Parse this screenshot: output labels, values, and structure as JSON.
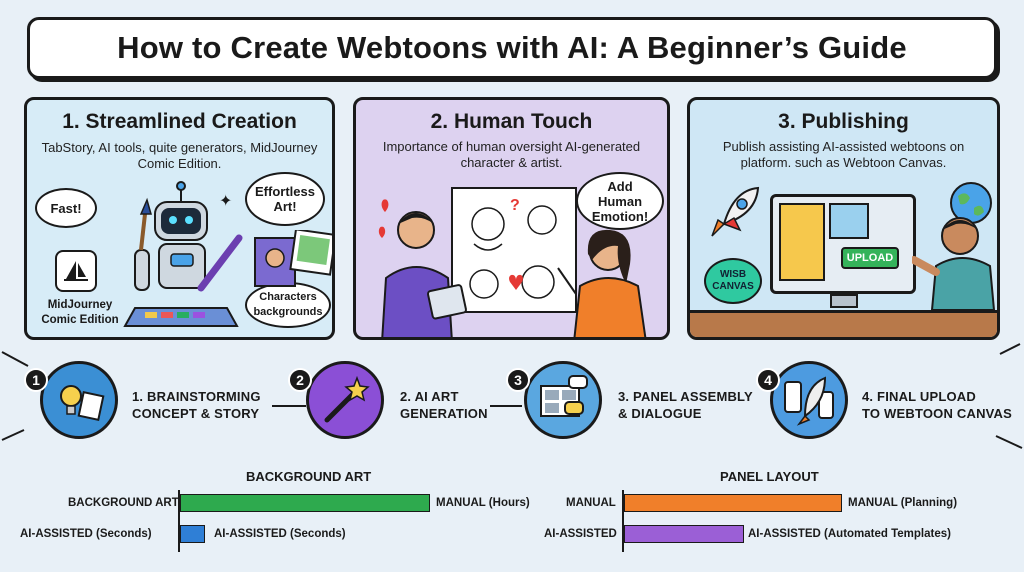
{
  "title": "How to Create Webtoons with AI: A Beginner’s Guide",
  "panels": [
    {
      "heading": "1. Streamlined Creation",
      "description": "TabStory, AI tools, quite generators, MidJourney Comic Edition.",
      "bubbles": [
        "Fast!",
        "Effortless Art!",
        "Characters backgrounds"
      ],
      "logo_label": "MidJourney Comic Edition"
    },
    {
      "heading": "2. Human Touch",
      "description": "Importance of human oversight AI-generated character & artist.",
      "bubbles": [
        "Add Human Emotion!"
      ]
    },
    {
      "heading": "3. Publishing",
      "description": "Publish assisting AI-assisted webtoons on platform. such as Webtoon Canvas.",
      "upload_label": "UPLOAD",
      "badge_label": "WISB CANVAS"
    }
  ],
  "steps": [
    {
      "number": "1",
      "label_line1": "1. Brainstorming",
      "label_line2": "Concept & Story",
      "icon": "lightbulb-icon",
      "color": "#3b8fd4"
    },
    {
      "number": "2",
      "label_line1": "2. AI Art",
      "label_line2": "Generation",
      "icon": "magic-wand-icon",
      "color": "#8b4fd6"
    },
    {
      "number": "3",
      "label_line1": "3. Panel Assembly",
      "label_line2": "& Dialogue",
      "icon": "panels-icon",
      "color": "#5aa7e0"
    },
    {
      "number": "4",
      "label_line1": "4. Final Upload",
      "label_line2": "to Webtoon Canvas",
      "icon": "rocket-icon",
      "color": "#4d9be0"
    }
  ],
  "chart_data": [
    {
      "type": "bar",
      "title": "BACKGROUND ART",
      "categories": [
        "BACKGROUND ART",
        "AI-ASSISTED (Seconds)"
      ],
      "value_labels": [
        "MANUAL (Hours)",
        "AI-ASSISTED (Seconds)"
      ],
      "values": [
        100,
        10
      ],
      "colors": [
        "#2eaa4e",
        "#2f7fd6"
      ]
    },
    {
      "type": "bar",
      "title": "PANEL LAYOUT",
      "categories": [
        "MANUAL",
        "AI-ASSISTED"
      ],
      "value_labels": [
        "MANUAL (Planning)",
        "AI-ASSISTED (Automated Templates)"
      ],
      "values": [
        100,
        55
      ],
      "colors": [
        "#f07f2a",
        "#9b5fd6"
      ]
    }
  ]
}
